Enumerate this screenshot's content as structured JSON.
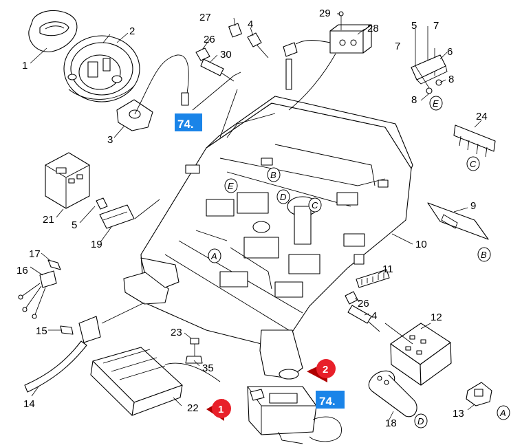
{
  "callouts": {
    "c1": "1",
    "c2": "2",
    "c3": "3",
    "c4a": "4",
    "c4b": "4",
    "c5a": "5",
    "c5b": "5",
    "c6": "6",
    "c7a": "7",
    "c7b": "7",
    "c8a": "8",
    "c8b": "8",
    "c9": "9",
    "c10": "10",
    "c11": "11",
    "c12": "12",
    "c13": "13",
    "c14": "14",
    "c15": "15",
    "c16": "16",
    "c17": "17",
    "c18": "18",
    "c19": "19",
    "c21": "21",
    "c22": "22",
    "c23": "23",
    "c24": "24",
    "c26a": "26",
    "c26b": "26",
    "c27": "27",
    "c28": "28",
    "c29": "29",
    "c30": "30",
    "c35": "35"
  },
  "connectors": {
    "A1": "A",
    "A2": "A",
    "B1": "B",
    "B2": "B",
    "C1": "C",
    "C2": "C",
    "D1": "D",
    "D2": "D",
    "E1": "E",
    "E2": "E"
  },
  "links": {
    "top_label": "74.",
    "bottom_label": "74."
  },
  "nav": {
    "next_1": "1",
    "next_2": "2"
  },
  "colors": {
    "link_blue": "#1a84e8",
    "nav_red": "#e8202a"
  }
}
